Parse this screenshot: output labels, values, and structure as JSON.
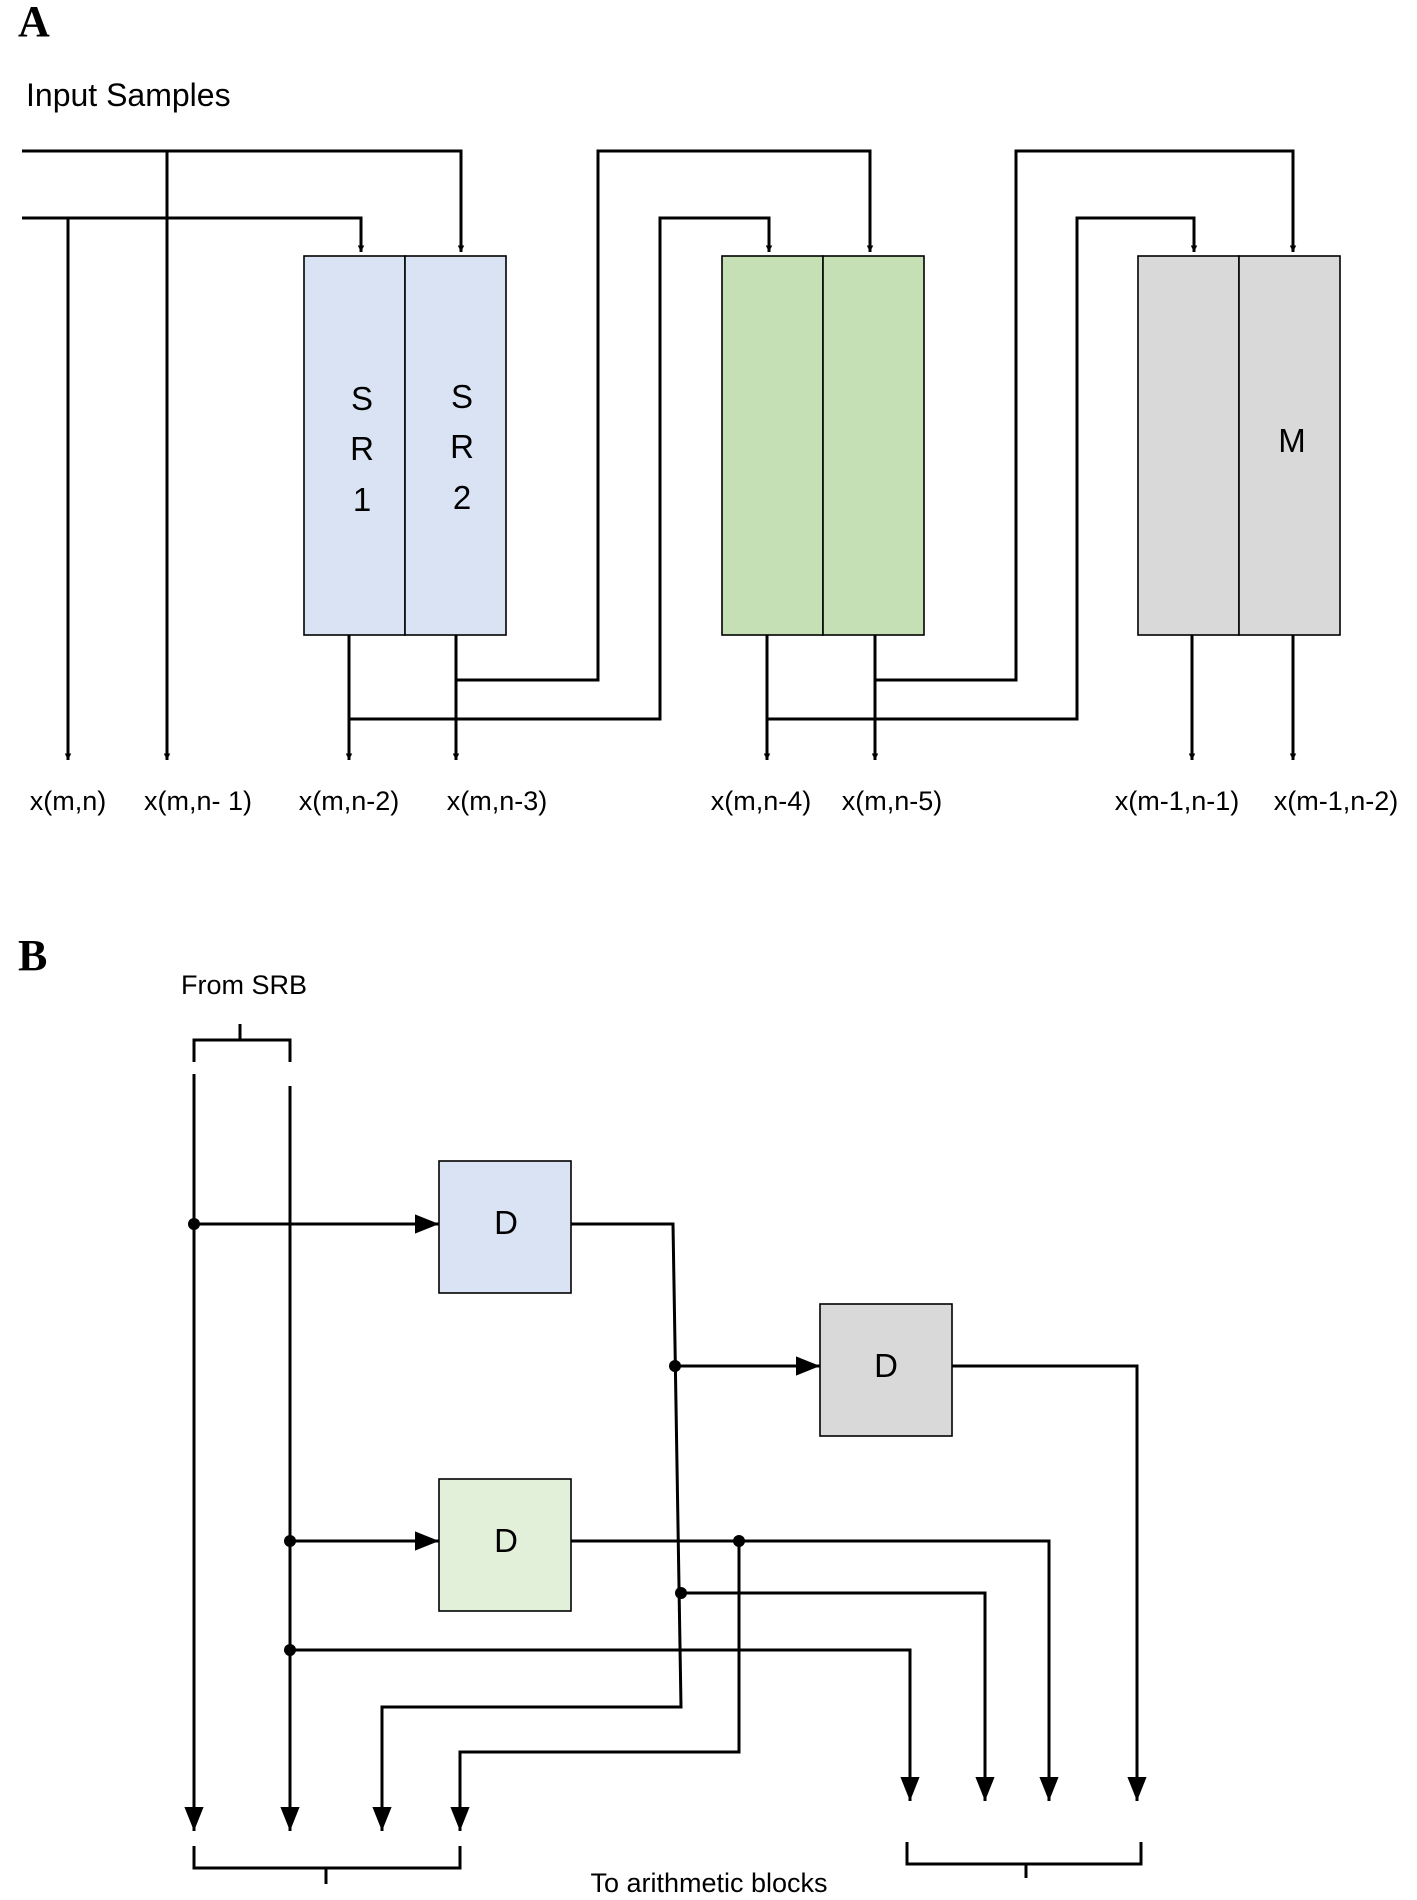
{
  "panel_a": {
    "label": "A",
    "input_title": "Input Samples",
    "blocks": [
      {
        "id": "sr1",
        "letters": [
          "S",
          "R",
          "1"
        ],
        "color": "#dae3f3"
      },
      {
        "id": "sr2",
        "letters": [
          "S",
          "R",
          "2"
        ],
        "color": "#dae3f3"
      },
      {
        "id": "g1",
        "letters": [],
        "color": "#c5e0b4"
      },
      {
        "id": "g2",
        "letters": [],
        "color": "#c5e0b4"
      },
      {
        "id": "m1",
        "letters": [],
        "color": "#d9d9d9"
      },
      {
        "id": "m2",
        "letters": [
          "M"
        ],
        "color": "#d9d9d9"
      }
    ],
    "outputs": [
      "x(m,n)",
      "x(m,n- 1)",
      "x(m,n-2)",
      "x(m,n-3)",
      "x(m,n-4)",
      "x(m,n-5)",
      "x(m-1,n-1)",
      "x(m-1,n-2)"
    ]
  },
  "panel_b": {
    "label": "B",
    "from_label": "From SRB",
    "to_label": "To arithmetic blocks",
    "delays": [
      {
        "id": "blue",
        "label": "D",
        "color": "#dae3f3"
      },
      {
        "id": "gray",
        "label": "D",
        "color": "#d9d9d9"
      },
      {
        "id": "green",
        "label": "D",
        "color": "#e2efd9"
      }
    ]
  }
}
